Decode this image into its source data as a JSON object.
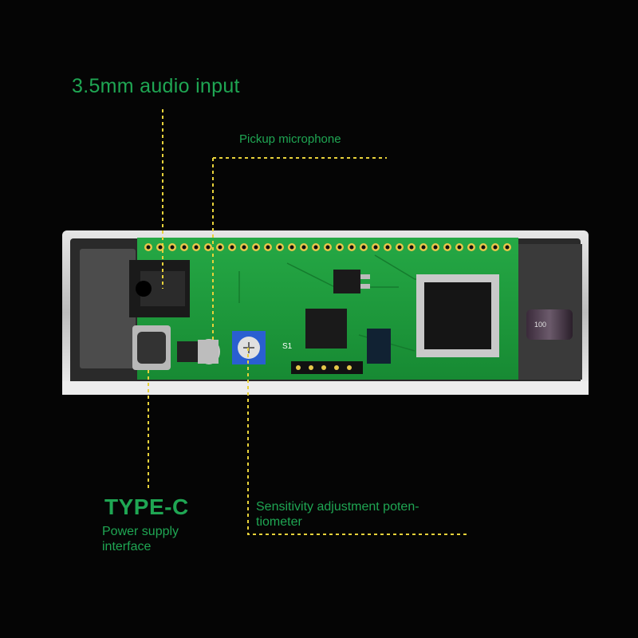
{
  "labels": {
    "audio_input": "3.5mm audio input",
    "pickup_mic": "Pickup microphone",
    "type_c_title": "TYPE-C",
    "type_c_desc": "Power supply interface",
    "sensitivity": "Sensitivity adjustment poten- tiometer"
  },
  "board_marks": {
    "switch": "S1",
    "capacitor": "100"
  },
  "colors": {
    "background": "#050505",
    "label_green": "#1fa653",
    "leader_yellow": "#e8d23a",
    "pcb_green": "#1e9a3c",
    "enclosure": "#d9d9d9"
  }
}
